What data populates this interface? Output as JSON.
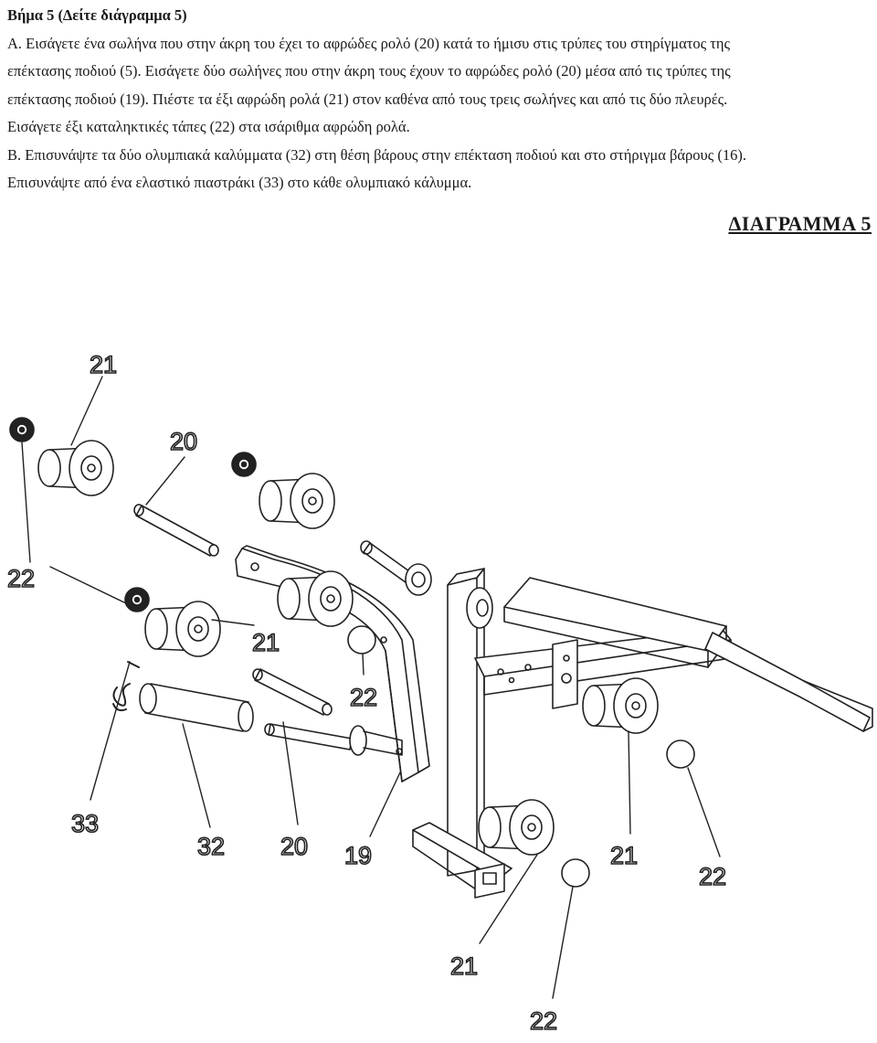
{
  "step": {
    "title": "Βήμα 5 (Δείτε διάγραμμα 5)",
    "lines": [
      "A.  Εισάγετε ένα σωλήνα που στην άκρη του έχει το αφρώδες ρολό (20) κατά το ήμισυ στις τρύπες του στηρίγματος της",
      "επέκτασης ποδιού (5). Εισάγετε δύο σωλήνες που στην άκρη τους έχουν το αφρώδες ρολό (20) μέσα από τις τρύπες της",
      "επέκτασης ποδιού (19). Πιέστε τα έξι αφρώδη ρολά (21) στον καθένα από τους τρεις σωλήνες και από τις δύο πλευρές.",
      "Εισάγετε έξι καταληκτικές τάπες (22) στα ισάριθμα αφρώδη ρολά.",
      "B.  Επισυνάψτε τα δύο ολυμπιακά καλύμματα (32) στη θέση βάρους στην επέκταση ποδιού και στο στήριγμα βάρους (16).",
      "Επισυνάψτε από ένα ελαστικό πιαστράκι (33) στο κάθε ολυμπιακό κάλυμμα."
    ]
  },
  "diagram": {
    "title": "ΔΙΑΓΡΑΜΜΑ 5",
    "callouts": [
      {
        "id": "c21a",
        "label": "21"
      },
      {
        "id": "c20a",
        "label": "20"
      },
      {
        "id": "c22a",
        "label": "22"
      },
      {
        "id": "c21b",
        "label": "21"
      },
      {
        "id": "c22b",
        "label": "22"
      },
      {
        "id": "c33",
        "label": "33"
      },
      {
        "id": "c32",
        "label": "32"
      },
      {
        "id": "c20b",
        "label": "20"
      },
      {
        "id": "c19",
        "label": "19"
      },
      {
        "id": "c21c",
        "label": "21"
      },
      {
        "id": "c22c",
        "label": "22"
      },
      {
        "id": "c21d",
        "label": "21"
      },
      {
        "id": "c22d",
        "label": "22"
      }
    ]
  }
}
